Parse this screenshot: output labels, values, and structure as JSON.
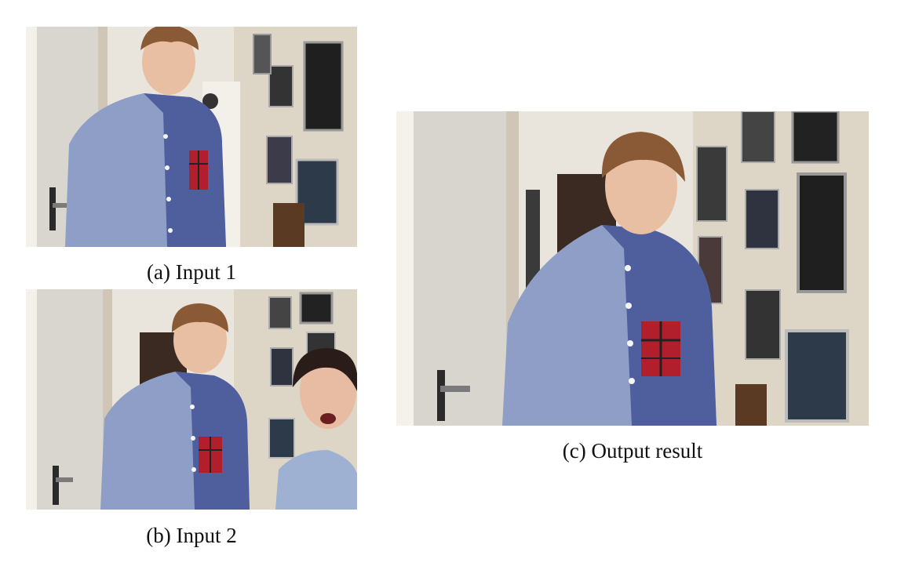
{
  "figures": [
    {
      "caption": "(a) Input 1"
    },
    {
      "caption": "(b) Input 2"
    },
    {
      "caption": "(c) Output result"
    }
  ]
}
